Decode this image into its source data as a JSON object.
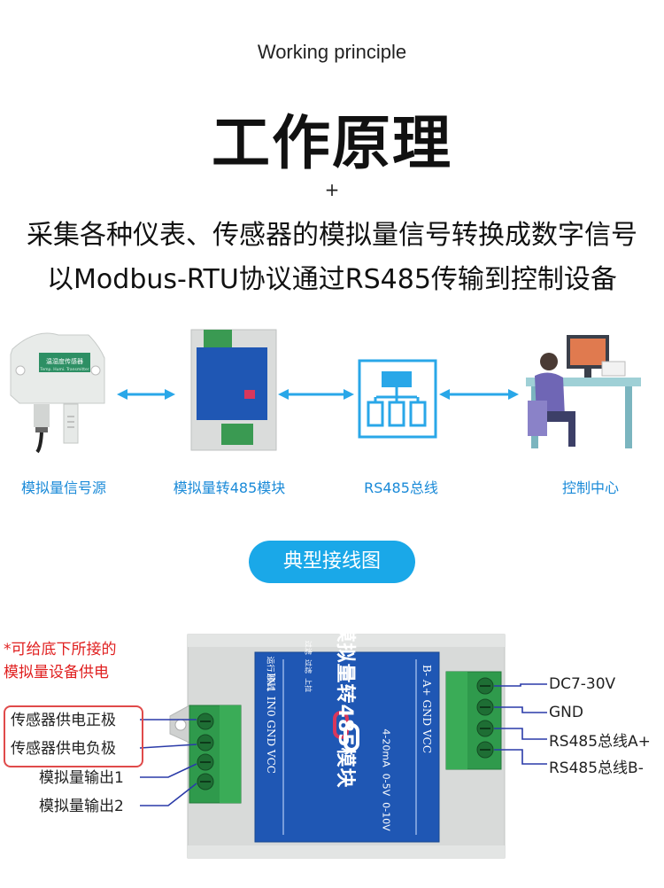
{
  "header": {
    "en_title": "Working principle",
    "cn_title": "工作原理",
    "plus": "+",
    "desc_line1": "采集各种仪表、传感器的模拟量信号转换成数字信号",
    "desc_line2": "以Modbus-RTU协议通过RS485传输到控制设备"
  },
  "flow": {
    "items": [
      {
        "label": "模拟量信号源",
        "icon": "sensor-icon"
      },
      {
        "label": "模拟量转485模块",
        "icon": "module-icon"
      },
      {
        "label": "RS485总线",
        "icon": "bus-icon"
      },
      {
        "label": "控制中心",
        "icon": "control-center-icon"
      }
    ],
    "arrow_color": "#29a7e8",
    "label_color": "#1a8ad8"
  },
  "sensor_device": {
    "title": "温湿度传感器",
    "subtitle": "Temp. Humi. Transmitter"
  },
  "wiring": {
    "pill_label": "典型接线图",
    "note_line1": "*可给底下所接的",
    "note_line2": "模拟量设备供电",
    "left_labels": [
      "传感器供电正极",
      "传感器供电负极",
      "模拟量输出1",
      "模拟量输出2"
    ],
    "right_labels": [
      "DC7-30V",
      "GND",
      "RS485总线A+",
      "RS485总线B-"
    ],
    "module_title": "模拟量转485模块",
    "left_pins": "IN1 IN0 GND VCC",
    "status_labels": [
      "运行",
      "模式"
    ],
    "right_pins": "B-  A+  GND VCC",
    "range_labels": [
      "4-20mA",
      "0-5V",
      "0-10V"
    ],
    "top_labels": [
      "过滤",
      "过滤",
      "上拉"
    ],
    "accent_color": "#1aa8e8",
    "note_color": "#e02020",
    "module_blue": "#1f57b4"
  }
}
